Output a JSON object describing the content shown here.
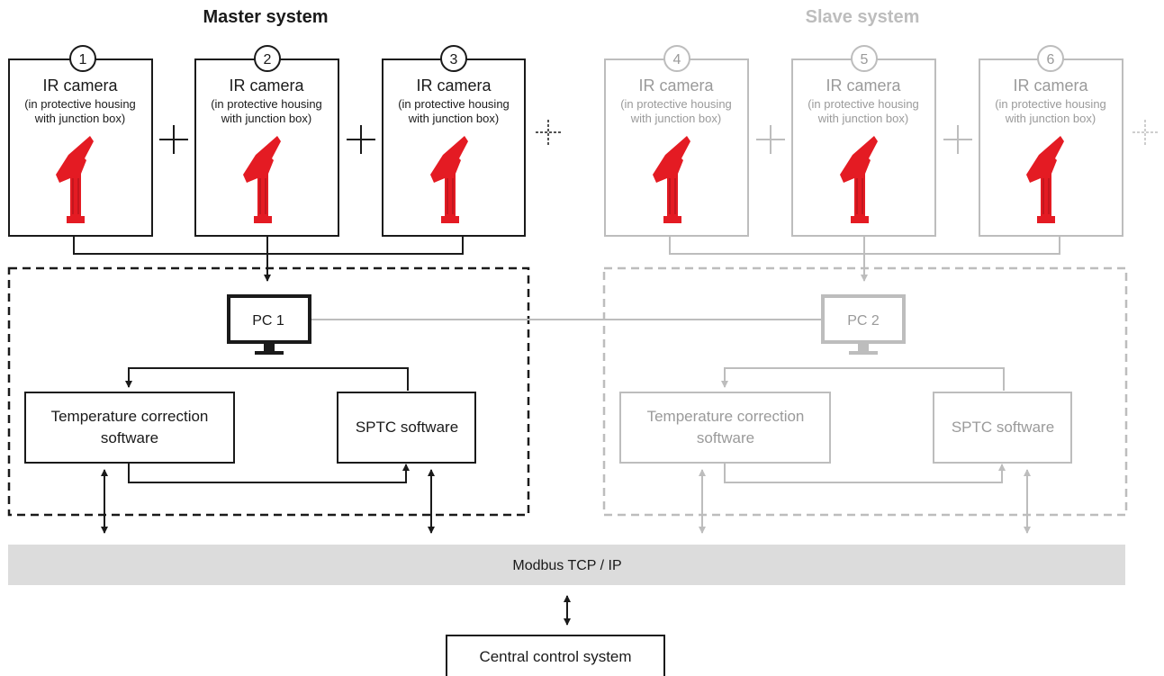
{
  "master": {
    "title": "Master system",
    "color": "#1a1a1a",
    "cameras": [
      {
        "number": "1",
        "title": "IR camera",
        "sub1": "(in protective housing",
        "sub2": "with junction box)"
      },
      {
        "number": "2",
        "title": "IR camera",
        "sub1": "(in protective housing",
        "sub2": "with junction box)"
      },
      {
        "number": "3",
        "title": "IR camera",
        "sub1": "(in protective housing",
        "sub2": "with junction box)"
      }
    ],
    "pc_label": "PC 1",
    "temp_software_line1": "Temperature correction",
    "temp_software_line2": "software",
    "sptc_software": "SPTC software"
  },
  "slave": {
    "title": "Slave system",
    "color": "#bdbdbd",
    "cameras": [
      {
        "number": "4",
        "title": "IR camera",
        "sub1": "(in protective housing",
        "sub2": "with junction box)"
      },
      {
        "number": "5",
        "title": "IR camera",
        "sub1": "(in protective housing",
        "sub2": "with junction box)"
      },
      {
        "number": "6",
        "title": "IR camera",
        "sub1": "(in protective housing",
        "sub2": "with junction box)"
      }
    ],
    "pc_label": "PC 2",
    "temp_software_line1": "Temperature correction",
    "temp_software_line2": "software",
    "sptc_software": "SPTC software"
  },
  "bus": {
    "label": "Modbus TCP / IP",
    "color": "#dcdcdc"
  },
  "central": {
    "label": "Central control system"
  },
  "camera_icon_color": "#e41b23",
  "icons": [
    "plus-icon",
    "dashed-plus-icon",
    "ir-camera-icon",
    "monitor-icon",
    "double-arrow-icon"
  ]
}
